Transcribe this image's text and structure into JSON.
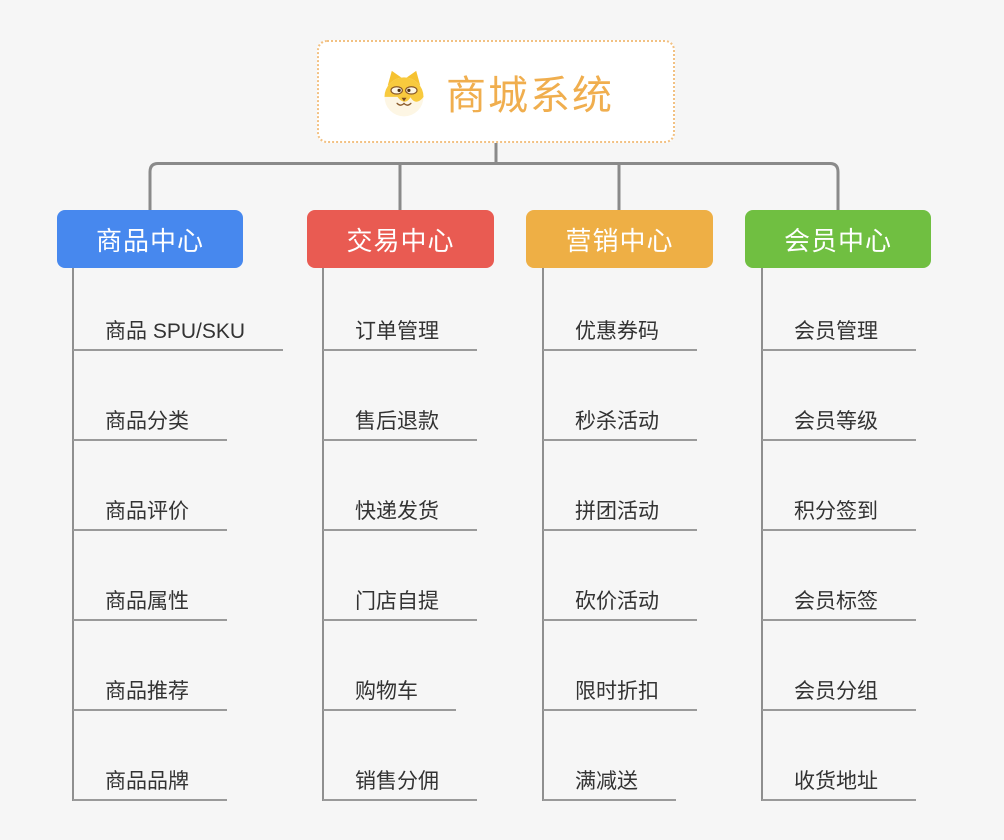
{
  "canvas": {
    "background": "#f6f6f6",
    "connector_color": "#8a8a8a",
    "underline_color": "#9a9a9a",
    "subtopic_text_color": "#333333"
  },
  "root": {
    "title": "商城系统",
    "icon": "shiba-dog-icon",
    "text_color": "#f0ae4e",
    "border_color": "#f2c183",
    "background": "#ffffff"
  },
  "branches": [
    {
      "label": "商品中心",
      "color": "#4788ee",
      "items": [
        "商品 SPU/SKU",
        "商品分类",
        "商品评价",
        "商品属性",
        "商品推荐",
        "商品品牌"
      ]
    },
    {
      "label": "交易中心",
      "color": "#e95b52",
      "items": [
        "订单管理",
        "售后退款",
        "快递发货",
        "门店自提",
        "购物车",
        "销售分佣"
      ]
    },
    {
      "label": "营销中心",
      "color": "#eeaf45",
      "items": [
        "优惠券码",
        "秒杀活动",
        "拼团活动",
        "砍价活动",
        "限时折扣",
        "满减送"
      ]
    },
    {
      "label": "会员中心",
      "color": "#70bf41",
      "items": [
        "会员管理",
        "会员等级",
        "积分签到",
        "会员标签",
        "会员分组",
        "收货地址"
      ]
    }
  ]
}
